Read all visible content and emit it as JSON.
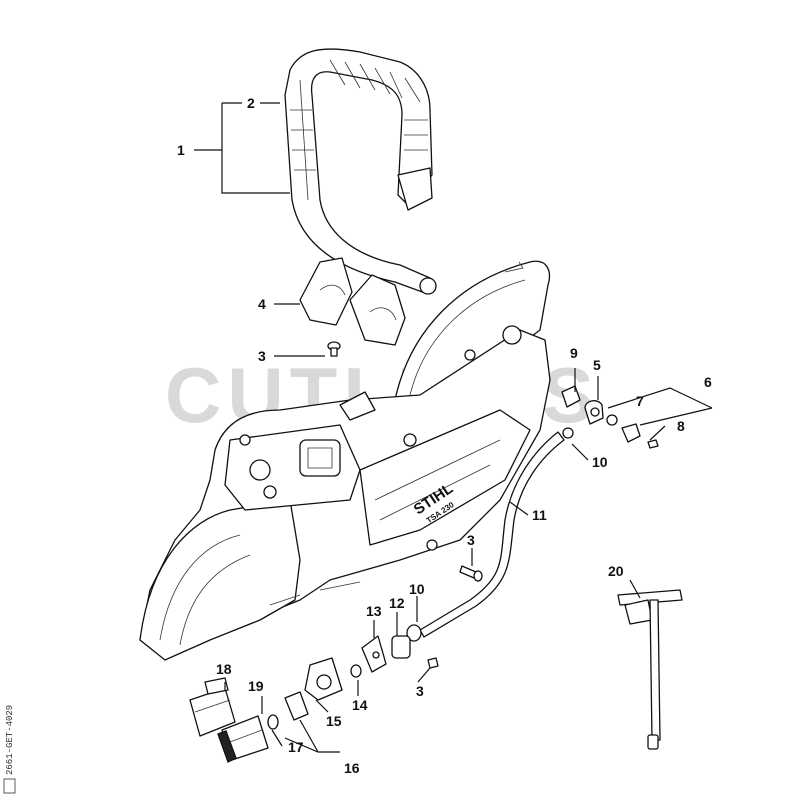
{
  "diagram": {
    "watermark": "CUTLER'S",
    "brand": "STIHL",
    "model": "TSA 230",
    "side_code": "2661-GET-4029",
    "parts": {
      "p1": "1",
      "p2": "2",
      "p3a": "3",
      "p3b": "3",
      "p3c": "3",
      "p4": "4",
      "p5": "5",
      "p6": "6",
      "p7": "7",
      "p8": "8",
      "p9": "9",
      "p10a": "10",
      "p10b": "10",
      "p11": "11",
      "p12": "12",
      "p13": "13",
      "p14": "14",
      "p15": "15",
      "p16": "16",
      "p17": "17",
      "p18": "18",
      "p19": "19",
      "p20": "20"
    }
  }
}
